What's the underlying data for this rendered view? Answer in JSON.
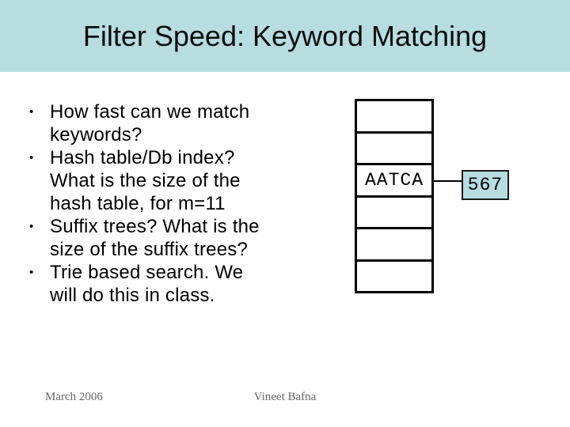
{
  "slide": {
    "title": "Filter Speed: Keyword Matching",
    "bullet_marker": "•",
    "bullets": [
      "How fast can we match keywords?",
      "Hash table/Db index? What is the size of the hash table, for m=11",
      "Suffix trees? What is the size of the suffix trees?",
      "Trie based search. We will do this in class."
    ],
    "footer": {
      "date": "March 2006",
      "author": "Vineet Bafna"
    }
  },
  "diagram": {
    "hash_table": {
      "cells": [
        "",
        "",
        "AATCA",
        "",
        "",
        ""
      ]
    },
    "pointer_box": {
      "label": "567"
    }
  },
  "colors": {
    "header_band": "#b7dde1",
    "pointer_box_fill": "#b7dde1",
    "diagram_border": "#000000",
    "body_text": "#000000",
    "footer_text": "#686868"
  }
}
